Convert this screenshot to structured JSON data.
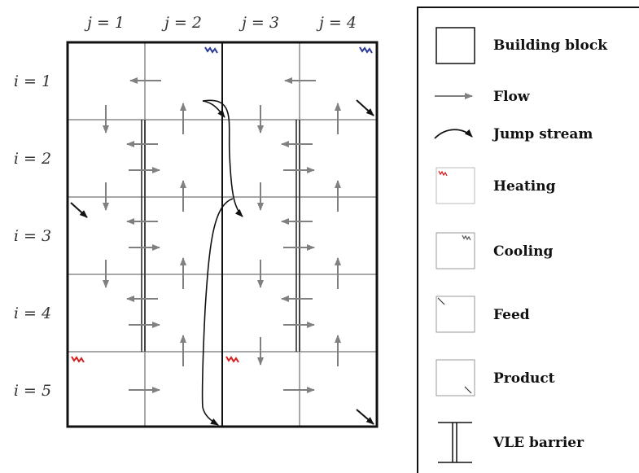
{
  "col_labels": [
    "j = 1",
    "j = 2",
    "j = 3",
    "j = 4"
  ],
  "row_labels": [
    "i = 1",
    "i = 2",
    "i = 3",
    "i = 4",
    "i = 5"
  ],
  "legend": {
    "building_block": "Building block",
    "flow": "Flow",
    "jump_stream": "Jump stream",
    "heating": "Heating",
    "cooling": "Cooling",
    "feed": "Feed",
    "product": "Product",
    "vle_barrier": "VLE barrier"
  },
  "colors": {
    "heating": "#d42020",
    "cooling": "#2a3a9a",
    "flow": "#808080",
    "grid": "#a8a8a8",
    "border": "#111111"
  }
}
